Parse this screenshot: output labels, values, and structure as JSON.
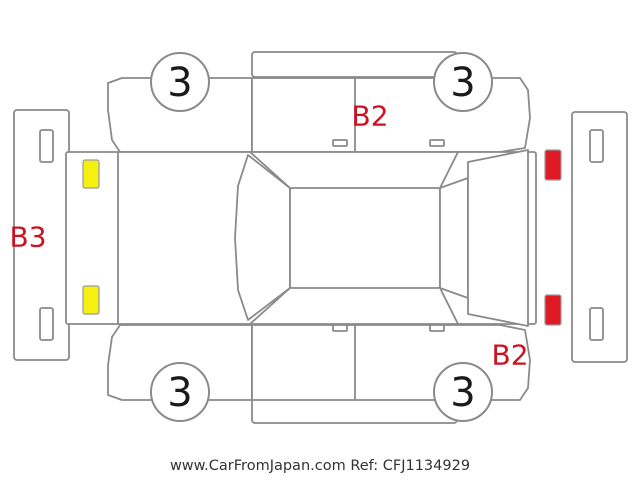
{
  "colors": {
    "outline": "#8a8a8a",
    "damage_text": "#cc1122",
    "front_lamp": "#f5ef12",
    "rear_lamp": "#e01a22"
  },
  "badges": [
    {
      "id": "front-left",
      "text": "3"
    },
    {
      "id": "front-right",
      "text": "3"
    },
    {
      "id": "rear-left",
      "text": "3"
    },
    {
      "id": "rear-right",
      "text": "3"
    }
  ],
  "damage_labels": [
    {
      "id": "roof",
      "text": "B2"
    },
    {
      "id": "front-bumper",
      "text": "B3"
    },
    {
      "id": "rear-right",
      "text": "B2"
    }
  ],
  "footer": "www.CarFromJapan.com Ref: CFJ1134929"
}
